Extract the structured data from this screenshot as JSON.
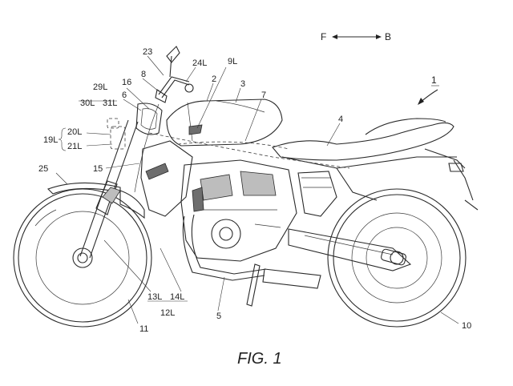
{
  "direction": {
    "front": "F",
    "back": "B"
  },
  "caption": "FIG. 1",
  "labels": {
    "n1": "1",
    "n2": "2",
    "n3": "3",
    "n4": "4",
    "n5": "5",
    "n6": "6",
    "n7": "7",
    "n8": "8",
    "n9L": "9L",
    "n10": "10",
    "n11": "11",
    "n12L": "12L",
    "n13L": "13L",
    "n14L": "14L",
    "n15": "15",
    "n16": "16",
    "n19L": "19L",
    "n20L": "20L",
    "n21L": "21L",
    "n23": "23",
    "n24L": "24L",
    "n25": "25",
    "n29L": "29L",
    "n30L": "30L",
    "n31L": "31L"
  }
}
